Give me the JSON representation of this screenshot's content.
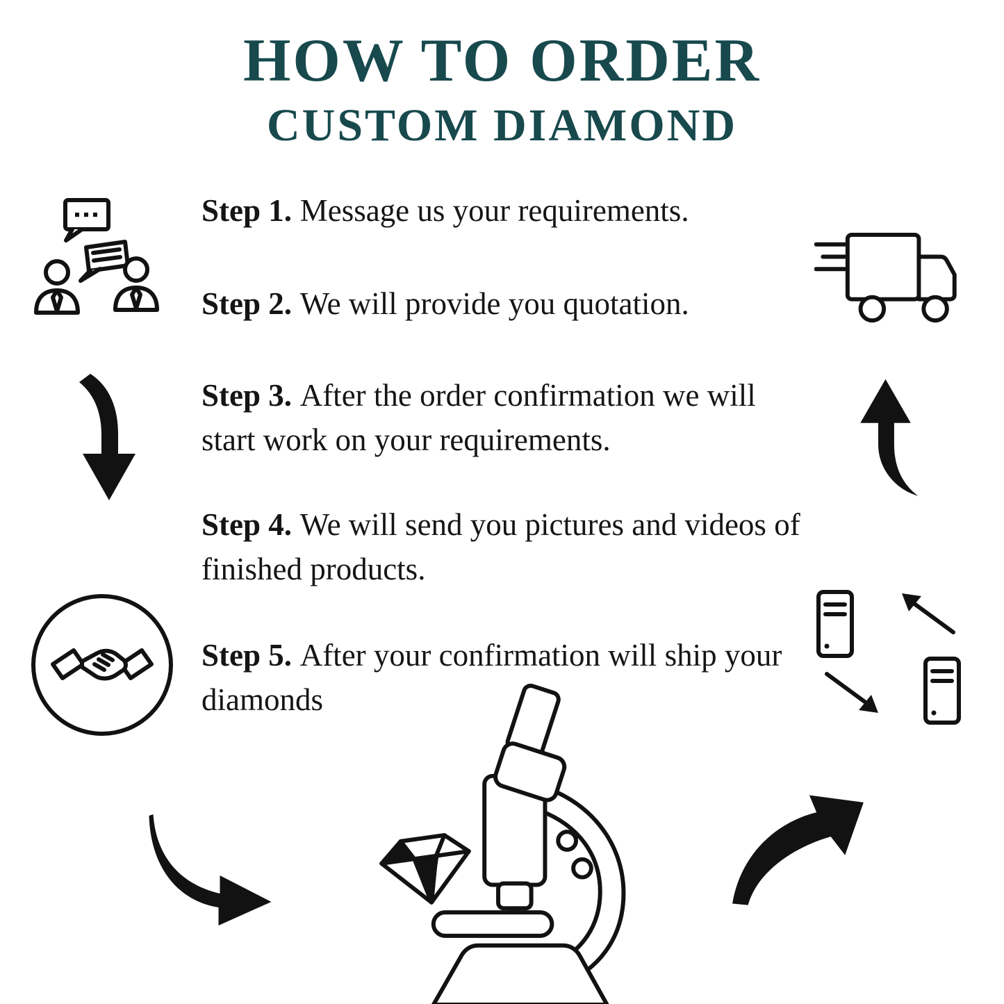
{
  "colors": {
    "title": "#17494d",
    "text": "#151515",
    "line": "#121212"
  },
  "title": {
    "line1": "HOW TO ORDER",
    "line2": "CUSTOM DIAMOND"
  },
  "steps": [
    {
      "label": "Step 1.",
      "text": "Message us your requirements."
    },
    {
      "label": "Step 2.",
      "text": "We will provide you quotation."
    },
    {
      "label": "Step 3.",
      "text": "After the order confirmation we will start work on your requirements."
    },
    {
      "label": "Step 4.",
      "text": "We will send you pictures and videos of finished products."
    },
    {
      "label": "Step 5.",
      "text": "After your confirmation will ship your diamonds"
    }
  ],
  "icons": {
    "chat": "chat-people-icon",
    "truck": "delivery-truck-icon",
    "down_arrow": "curved-down-arrow-icon",
    "up_arrow": "curved-up-arrow-icon",
    "handshake": "handshake-icon",
    "transfer": "data-transfer-icon",
    "swoosh_right": "curved-right-arrow-icon",
    "swoosh_up": "curved-up-right-arrow-icon",
    "microscope": "microscope-diamond-icon"
  }
}
